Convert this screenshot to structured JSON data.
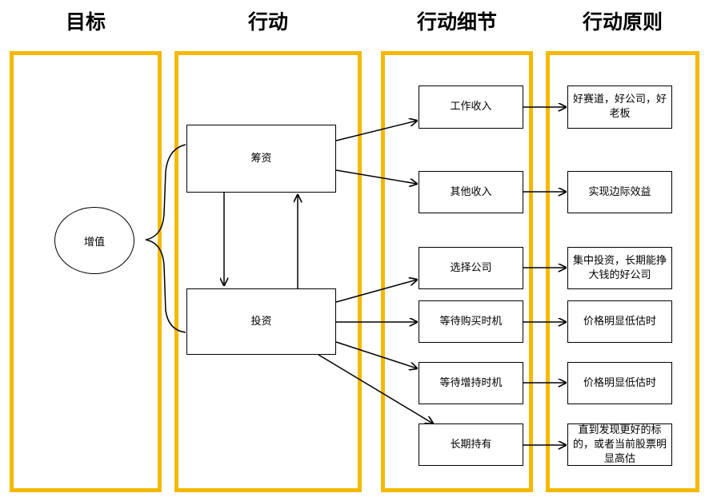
{
  "headers": {
    "goal": "目标",
    "action": "行动",
    "detail": "行动细节",
    "principle": "行动原则"
  },
  "goal": {
    "label": "增值"
  },
  "actions": {
    "fundraise": "筹资",
    "invest": "投资"
  },
  "details": {
    "work_income": "工作收入",
    "other_income": "其他收入",
    "choose_company": "选择公司",
    "wait_buy": "等待购买时机",
    "wait_add": "等待增持时机",
    "long_hold": "长期持有"
  },
  "principles": {
    "work_income": "好赛道，好公司，好老板",
    "other_income": "实现边际效益",
    "choose_company": "集中投资，长期能挣大钱的好公司",
    "wait_buy": "价格明显低估时",
    "wait_add": "价格明显低估时",
    "long_hold": "直到发现更好的标的，或者当前股票明显高估"
  },
  "colors": {
    "column_border": "#f5b800",
    "line": "#000000"
  }
}
